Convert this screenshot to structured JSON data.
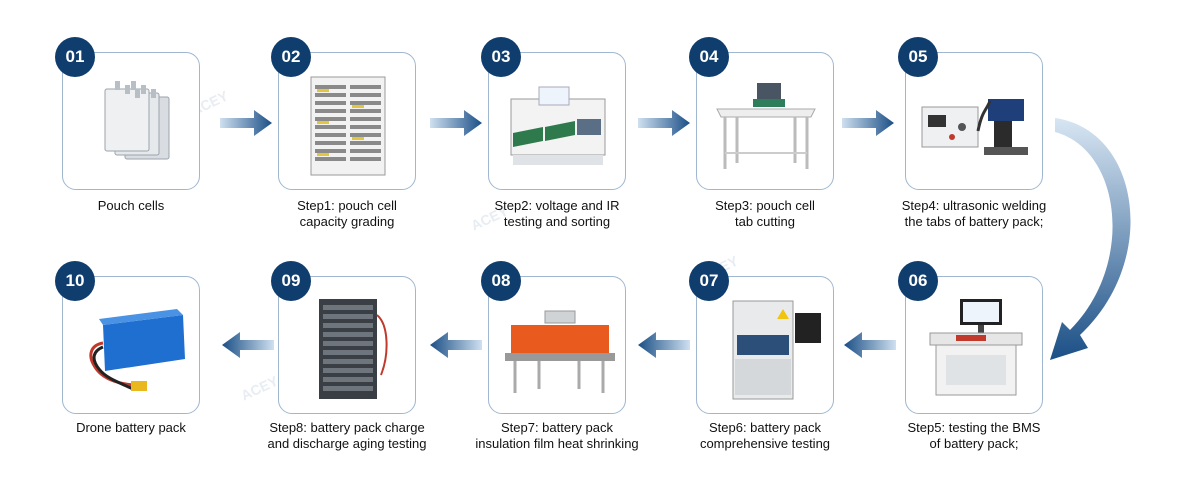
{
  "steps": [
    {
      "num": "01",
      "caption": [
        "Pouch cells"
      ],
      "icon": "pouch-cells-icon"
    },
    {
      "num": "02",
      "caption": [
        "Step1: pouch cell",
        "capacity grading"
      ],
      "icon": "grading-cabinet-icon"
    },
    {
      "num": "03",
      "caption": [
        "Step2: voltage and IR",
        "testing and sorting"
      ],
      "icon": "sorting-machine-icon"
    },
    {
      "num": "04",
      "caption": [
        "Step3: pouch cell",
        "tab cutting"
      ],
      "icon": "tab-cutter-icon"
    },
    {
      "num": "05",
      "caption": [
        "Step4: ultrasonic welding",
        "the tabs of battery pack;"
      ],
      "icon": "ultrasonic-welder-icon"
    },
    {
      "num": "06",
      "caption": [
        "Step5: testing the BMS",
        "of battery pack;"
      ],
      "icon": "bms-tester-icon"
    },
    {
      "num": "07",
      "caption": [
        "Step6: battery pack",
        "comprehensive testing"
      ],
      "icon": "comprehensive-tester-icon"
    },
    {
      "num": "08",
      "caption": [
        "Step7: battery pack",
        "insulation film heat shrinking"
      ],
      "icon": "heat-shrink-tunnel-icon"
    },
    {
      "num": "09",
      "caption": [
        "Step8: battery pack charge",
        "and discharge aging testing"
      ],
      "icon": "aging-cabinet-icon"
    },
    {
      "num": "10",
      "caption": [
        "Drone battery pack"
      ],
      "icon": "drone-battery-icon"
    }
  ],
  "brand": "ACEY",
  "colors": {
    "badge": "#0f3d6e",
    "arrow": "#1b4f86",
    "border": "#9fb8d0"
  }
}
